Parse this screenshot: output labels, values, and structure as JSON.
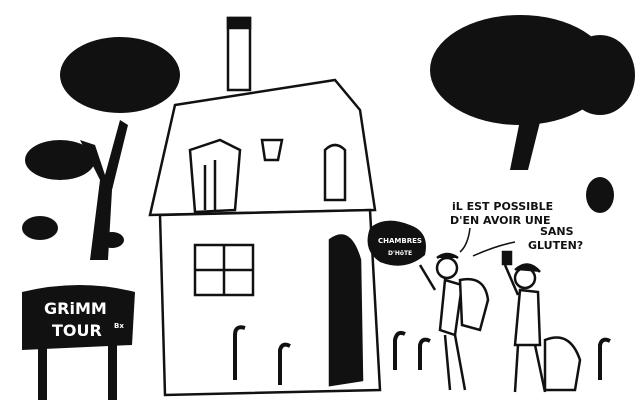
{
  "illustration": {
    "sign": {
      "line1": "GRiMM",
      "line2": "TOUR",
      "signature": "Bx"
    },
    "inn_sign": {
      "line1": "CHAMBRES",
      "line2": "D'HôTE"
    },
    "speech": {
      "bubble1_line1": "iL EST POSSIBLE",
      "bubble1_line2": "D'EN AVOIR UNE",
      "bubble2_line1": "SANS",
      "bubble2_line2": "GLUTEN?"
    },
    "colors": {
      "ink": "#111111",
      "paper": "#ffffff"
    }
  }
}
